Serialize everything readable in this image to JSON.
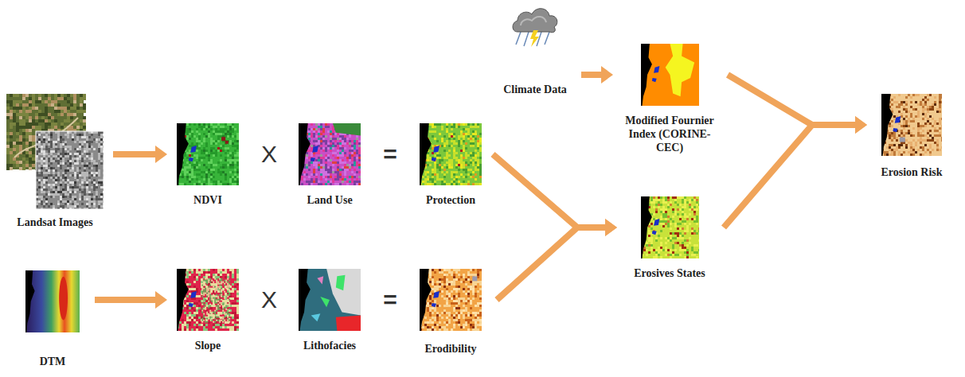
{
  "diagram": {
    "nodes": [
      {
        "text": [
          "Landsat Images"
        ]
      },
      {
        "text": [
          "NDVI"
        ]
      },
      {
        "text": [
          "Land Use"
        ]
      },
      {
        "text": [
          "Protection"
        ]
      },
      {
        "text": [
          "DTM"
        ]
      },
      {
        "text": [
          "Slope"
        ]
      },
      {
        "text": [
          "Lithofacies"
        ]
      },
      {
        "text": [
          "Erodibility"
        ]
      },
      {
        "text": [
          "Climate Data"
        ]
      },
      {
        "text": [
          "Modified Fournier Index (CORINE-CEC)"
        ]
      },
      {
        "text": [
          "Erosives States"
        ]
      },
      {
        "text": [
          "Erosion Risk"
        ]
      }
    ],
    "edges": [
      {
        "from": 0,
        "to": 1,
        "arrow": "to"
      },
      {
        "from": 4,
        "to": 5,
        "arrow": "to"
      },
      {
        "from": 8,
        "to": 9,
        "arrow": "to"
      },
      {
        "from": 3,
        "to": 10,
        "arrow": "to"
      },
      {
        "from": 7,
        "to": 10,
        "arrow": "to"
      },
      {
        "from": 9,
        "to": 11,
        "arrow": "to"
      },
      {
        "from": 10,
        "to": 11,
        "arrow": "to"
      }
    ],
    "labels": [
      "X",
      "=",
      "X",
      "="
    ]
  }
}
